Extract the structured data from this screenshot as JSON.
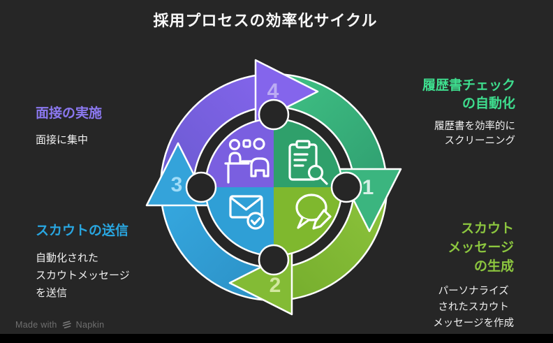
{
  "title": "採用プロセスの効率化サイクル",
  "background_color": "#262626",
  "steps": [
    {
      "num": "1",
      "title": "履歴書チェック\nの自動化",
      "desc": "履歴書を効率的に\nスクリーニング",
      "accent_color": "#3edd8e",
      "num_color": "#d6f0e6",
      "arrow_color": "#3ab57e",
      "quadrant_color": "#2fa06b",
      "icon": "resume-search-icon"
    },
    {
      "num": "2",
      "title": "スカウト\nメッセージ\nの生成",
      "desc": "パーソナライズ\nされたスカウト\nメッセージを作成",
      "accent_color": "#8cc63f",
      "num_color": "#d2e8a0",
      "arrow_color": "#82ba34",
      "quadrant_color": "#7fb82e",
      "icon": "chat-pencil-icon"
    },
    {
      "num": "3",
      "title": "スカウトの送信",
      "desc": "自動化された\nスカウトメッセージ\nを送信",
      "accent_color": "#29a6e0",
      "num_color": "#a0dcf8",
      "arrow_color": "#31a0d6",
      "quadrant_color": "#2f9fd6",
      "icon": "mail-check-icon"
    },
    {
      "num": "4",
      "title": "面接の実施",
      "desc": "面接に集中",
      "accent_color": "#8b78f0",
      "num_color": "#bcacf3",
      "arrow_color": "#7b5fe0",
      "quadrant_color": "#7a5fe0",
      "icon": "interview-icon"
    }
  ],
  "footer": {
    "made_with": "Made with",
    "brand": "Napkin"
  }
}
